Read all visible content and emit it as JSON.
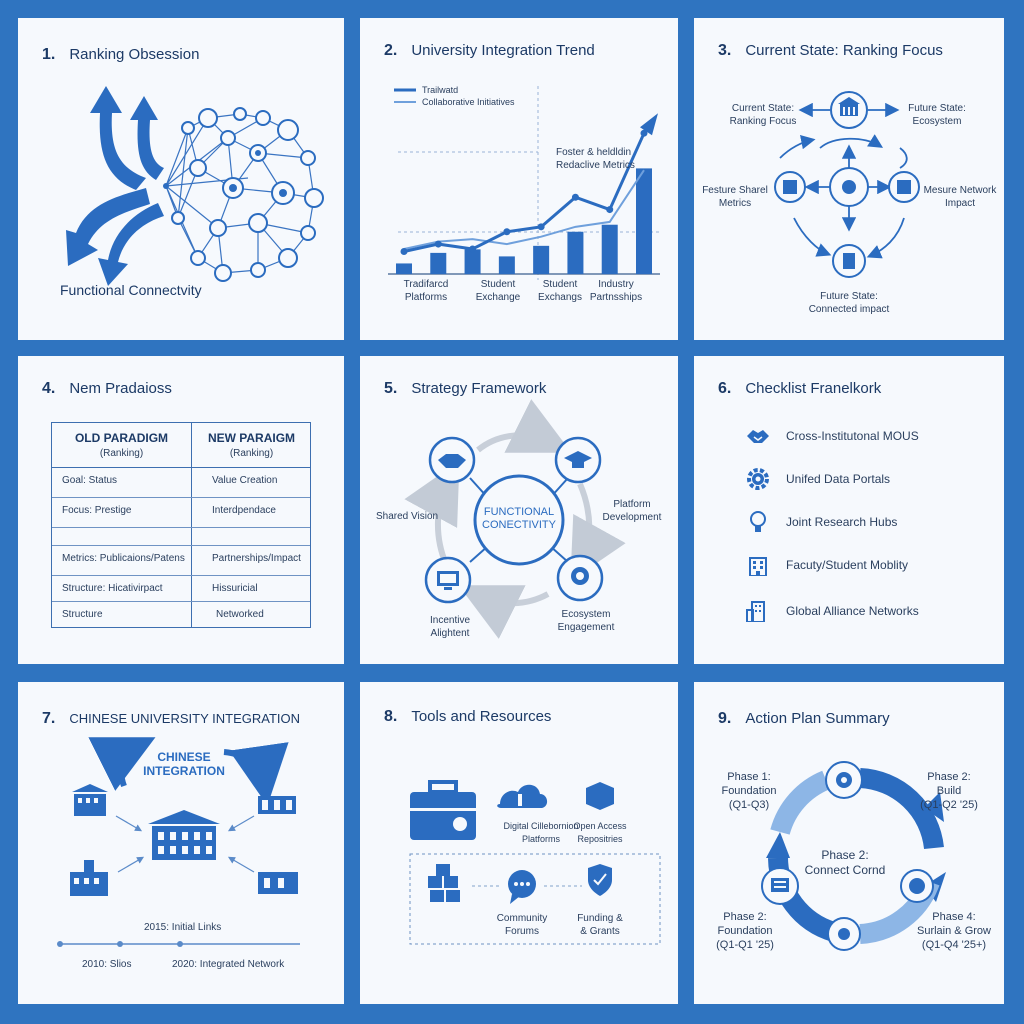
{
  "colors": {
    "background": "#2f74c0",
    "panel": "#f6f9fd",
    "accent": "#2b6cc0",
    "light_accent": "#8db6e6",
    "text": "#1c3a66"
  },
  "panels": {
    "p1": {
      "num": "1.",
      "title": "Ranking Obsession",
      "caption": "Functional Connectvity"
    },
    "p2": {
      "num": "2.",
      "title": "University Integration Trend",
      "legend": [
        "Trailwatd",
        "Collaborative Initiatives"
      ],
      "annotation_line1": "Foster & heldldin",
      "annotation_line2": "Redaclive Metrics",
      "categories": [
        {
          "line1": "Tradifarcd",
          "line2": "Platforms"
        },
        {
          "line1": "Student",
          "line2": "Exchange"
        },
        {
          "line1": "Student",
          "line2": "Exchangs"
        },
        {
          "line1": "Industry",
          "line2": "Partnsships"
        }
      ]
    },
    "p3": {
      "num": "3.",
      "title": "Current State: Ranking Focus",
      "left_top": [
        "Current State:",
        "Ranking Focus"
      ],
      "right_top": [
        "Future State:",
        "Ecosystem"
      ],
      "left_mid": [
        "Festure Sharel",
        "Metrics"
      ],
      "right_mid": [
        "Mesure Network",
        "Impact"
      ],
      "bottom": [
        "Future State:",
        "Connected impact"
      ]
    },
    "p4": {
      "num": "4.",
      "title": "Nem Pradaioss",
      "old_header": "OLD PARADIGM",
      "old_sub": "(Ranking)",
      "new_header": "NEW PARAIGM",
      "new_sub": "(Ranking)",
      "rows": [
        {
          "old": "Goal: Status",
          "new": "Value Creation"
        },
        {
          "old": "Focus: Prestige",
          "new": "Interdpendace"
        },
        {
          "old": "Metrics: Publicaions/Patens",
          "new": "Partnerships/Impact"
        },
        {
          "old": "Structure: Hicativirpact",
          "new": "Hissuricial"
        },
        {
          "old": "Structure",
          "new": "Networked"
        }
      ]
    },
    "p5": {
      "num": "5.",
      "title": "Strategy Framework",
      "center_line1": "FUNCTIONAL",
      "center_line2": "CONECTIVITY",
      "shared_vision": "Shared Vision",
      "platform": [
        "Platform",
        "Development"
      ],
      "incentive": [
        "Incentive",
        "Alightent"
      ],
      "ecosystem": [
        "Ecosystem",
        "Engagement"
      ]
    },
    "p6": {
      "num": "6.",
      "title": "Checklist Franelkork",
      "items": [
        {
          "icon": "handshake-icon",
          "label": "Cross-Institutonal MOUS"
        },
        {
          "icon": "gear-icon",
          "label": "Unifed Data Portals"
        },
        {
          "icon": "lightbulb-icon",
          "label": "Joint Research Hubs"
        },
        {
          "icon": "building-icon",
          "label": "Facuty/Student Moblity"
        },
        {
          "icon": "office-icon",
          "label": "Global Alliance Networks"
        }
      ]
    },
    "p7": {
      "num": "7.",
      "title": "CHINESE UNIVERSITY INTEGRATION",
      "center_line1": "CHINESE",
      "center_line2": "INTEGRATION",
      "timeline_top": "2015: Initial Links",
      "timeline_left": "2010: Slios",
      "timeline_right": "2020: Integrated Network"
    },
    "p8": {
      "num": "8.",
      "title": "Tools and Resources",
      "digital": [
        "Digital Cillebornion",
        "Platforms"
      ],
      "open_access": [
        "Open Access",
        "Repositries"
      ],
      "community": [
        "Community",
        "Forums"
      ],
      "funding": [
        "Funding &",
        "& Grants"
      ]
    },
    "p9": {
      "num": "9.",
      "title": "Action Plan Summary",
      "phase_tl": [
        "Phase 1:",
        "Foundation",
        "(Q1-Q3)"
      ],
      "phase_tr": [
        "Phase 2:",
        "Build",
        "(Q1-Q2 '25)"
      ],
      "center": [
        "Phase 2:",
        "Connect Cornd"
      ],
      "phase_bl": [
        "Phase 2:",
        "Foundation",
        "(Q1-Q1 '25)"
      ],
      "phase_br": [
        "Phase 4:",
        "Surlain & Grow",
        "(Q1-Q4 '25+)"
      ]
    }
  },
  "chart_data": {
    "type": "bar",
    "categories": [
      "Tradifarcd Platforms",
      "Student Exchange",
      "Student Exchangs",
      "Industry Partnsships"
    ],
    "series": [
      {
        "name": "Trailwatd",
        "values": [
          6,
          12,
          14,
          10,
          16,
          24,
          28,
          70
        ]
      },
      {
        "name": "Collaborative Initiatives",
        "values": [
          4,
          10,
          6,
          20,
          24,
          48,
          38,
          100
        ]
      }
    ]
  }
}
